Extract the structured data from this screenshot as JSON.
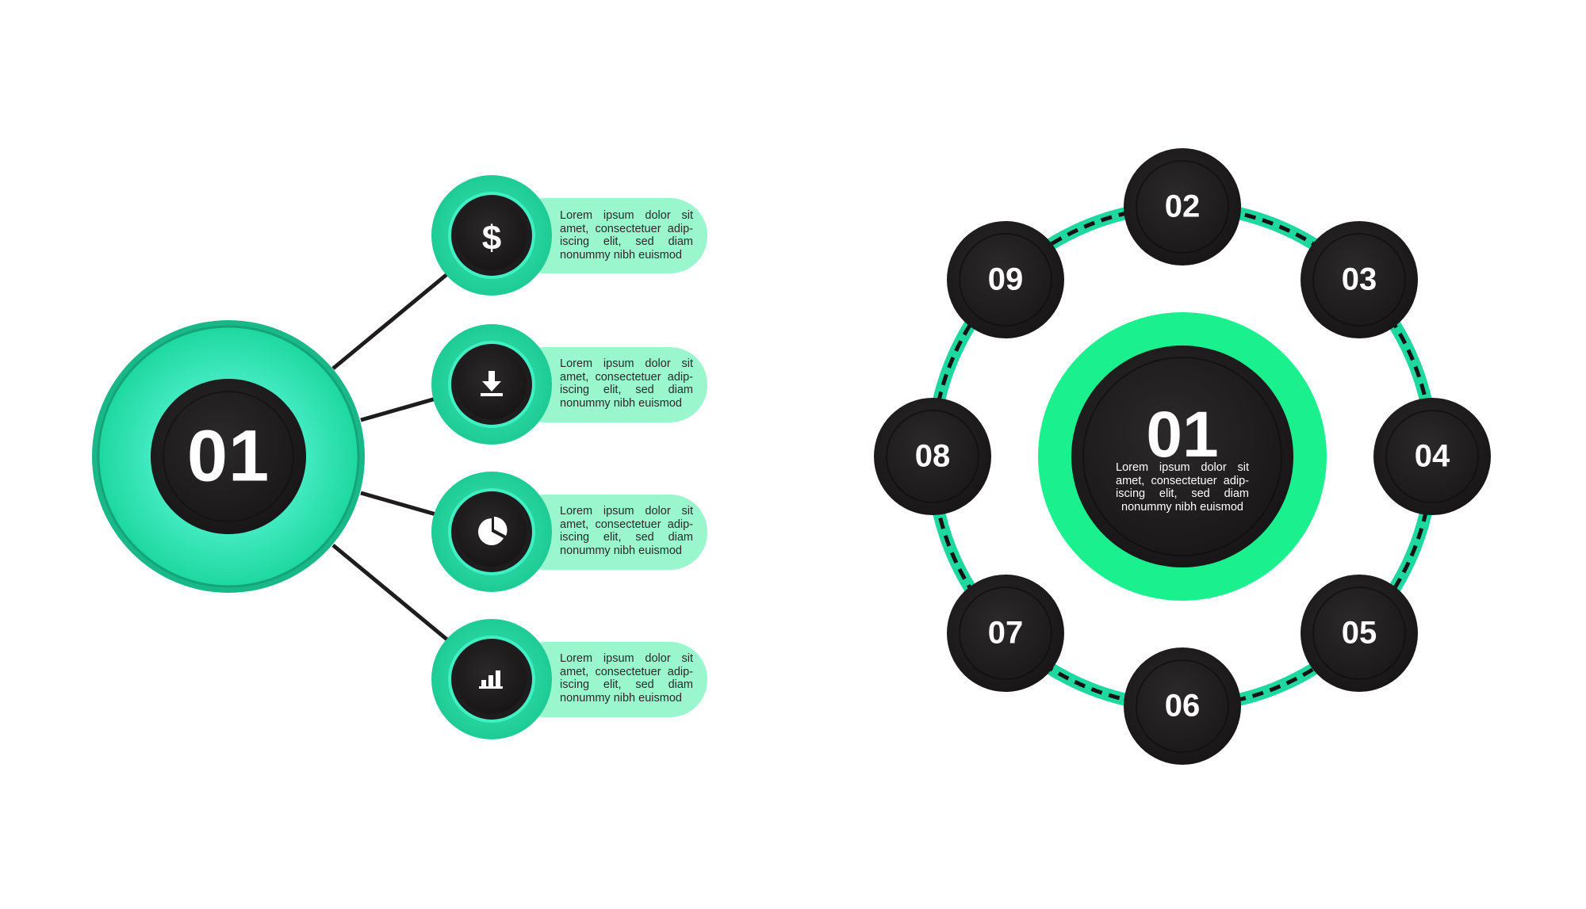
{
  "colors": {
    "accent": "#1ED8A0",
    "accent_light": "#9AF7CD",
    "dark": "#1E1C1D",
    "dark_ring": "#2A2829",
    "white": "#FFFFFF"
  },
  "left_diagram": {
    "hub_number": "01",
    "items": [
      {
        "icon": "dollar-icon",
        "text": [
          "Lorem ipsum dolor sit",
          "amet, consectetuer adip-",
          "iscing elit, sed diam",
          "nonummy nibh euismod"
        ]
      },
      {
        "icon": "download-icon",
        "text": [
          "Lorem ipsum dolor sit",
          "amet, consectetuer adip-",
          "iscing elit, sed diam",
          "nonummy nibh euismod"
        ]
      },
      {
        "icon": "pie-chart-icon",
        "text": [
          "Lorem ipsum dolor sit",
          "amet, consectetuer adip-",
          "iscing elit, sed diam",
          "nonummy nibh euismod"
        ]
      },
      {
        "icon": "bar-chart-icon",
        "text": [
          "Lorem ipsum dolor sit",
          "amet, consectetuer adip-",
          "iscing elit, sed diam",
          "nonummy nibh euismod"
        ]
      }
    ]
  },
  "right_diagram": {
    "center_number": "01",
    "center_text": [
      "Lorem ipsum dolor sit",
      "amet, consectetuer adip-",
      "iscing elit, sed diam",
      "nonummy nibh euismod"
    ],
    "satellites": [
      "02",
      "03",
      "04",
      "05",
      "06",
      "07",
      "08",
      "09"
    ]
  }
}
